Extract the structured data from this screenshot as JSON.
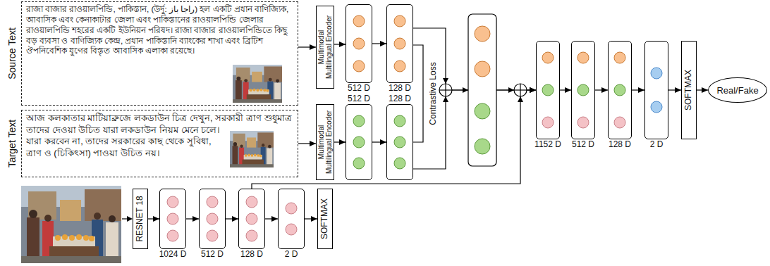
{
  "diagram": {
    "nodes": [
      {
        "text": [
          "Source Text",
          "রাজা বাজার রাওয়ালপিন্ডি, পাকিস্তান, (উর্দু: راجا باز) হল একটি প্রধান বাণিজ্যিক, আবাসিক এবং কেনাকাটার জেলা এবং পাকিস্তানের রাওয়ালপিন্ডি জেলার রাওয়ালপিন্ডি শহরের একটি ইউনিয়ন পরিষদ। রাজা বাজার রাওয়ালপিন্ডিতে কিছু বড় ব্যবসা ও বাণিজ্যিক কেন্দ্র, প্রধান পাকিস্তানি ব্যাংকের শাখা এবং ব্রিটিশ ঔপনিবেশিক যুগের বিস্তৃত আবাসিক এলাকা রয়েছে।"
        ]
      },
      {
        "text": [
          "Multimodal Multilingual Encoder"
        ]
      },
      {
        "text": [
          "512 D"
        ]
      },
      {
        "text": [
          "128 D"
        ]
      },
      {
        "text": [
          "Target Text",
          "আজ কলকাতার মাটিয়াব্রুজে লকডাউন চিত্র দেখুন, সরকারী ত্রাণ শুধুমাত্র তাদের দেওয়া উচিত যারা লকডাউন নিয়ম মেনে চলে। যারা করবেন না, তাদের সরকারের কাছ থেকে সুবিধা, ত্রাণ ও (চিকিৎসা) পাওয়া উচিত নয়।"
        ]
      },
      {
        "text": [
          "Multimodal Multilingual Encoder"
        ]
      },
      {
        "text": [
          "512 D"
        ]
      },
      {
        "text": [
          "128 D"
        ]
      },
      {
        "text": [
          "1152 D"
        ]
      },
      {
        "text": [
          "512 D"
        ]
      },
      {
        "text": [
          "128 D"
        ]
      },
      {
        "text": [
          "2 D"
        ]
      },
      {
        "text": [
          "SOFTMAX"
        ]
      },
      {
        "text": [
          "Real/Fake"
        ]
      },
      {
        "text": [
          "RESNET 18"
        ]
      },
      {
        "text": [
          "1024 D"
        ]
      },
      {
        "text": [
          "512 D"
        ]
      },
      {
        "text": [
          "128 D"
        ]
      },
      {
        "text": [
          "2 D"
        ]
      },
      {
        "text": [
          "SOFTMAX"
        ]
      }
    ],
    "edges": [
      {
        "from": 0,
        "to": 1,
        "arrow": "to"
      },
      {
        "from": 1,
        "to": 2,
        "arrow": "to"
      },
      {
        "from": 2,
        "to": 3,
        "arrow": "to"
      },
      {
        "from": 4,
        "to": 5,
        "arrow": "to"
      },
      {
        "from": 5,
        "to": 6,
        "arrow": "to"
      },
      {
        "from": 6,
        "to": 7,
        "arrow": "to"
      },
      {
        "from": 3,
        "to": 7,
        "label": "Contrastive Loss",
        "arrow": "none"
      },
      {
        "from": 3,
        "to": 8,
        "arrow": "to"
      },
      {
        "from": 7,
        "to": 8,
        "arrow": "to"
      },
      {
        "from": 14,
        "to": 15,
        "arrow": "to"
      },
      {
        "from": 15,
        "to": 16,
        "arrow": "to"
      },
      {
        "from": 16,
        "to": 17,
        "arrow": "to"
      },
      {
        "from": 17,
        "to": 18,
        "arrow": "to"
      },
      {
        "from": 18,
        "to": 19,
        "arrow": "to"
      },
      {
        "from": 17,
        "to": 8,
        "arrow": "to"
      },
      {
        "from": 8,
        "to": 9,
        "arrow": "to"
      },
      {
        "from": 9,
        "to": 10,
        "arrow": "to"
      },
      {
        "from": 10,
        "to": 11,
        "arrow": "to"
      },
      {
        "from": 11,
        "to": 12,
        "arrow": "to"
      },
      {
        "from": 12,
        "to": 13,
        "arrow": "to"
      }
    ]
  }
}
